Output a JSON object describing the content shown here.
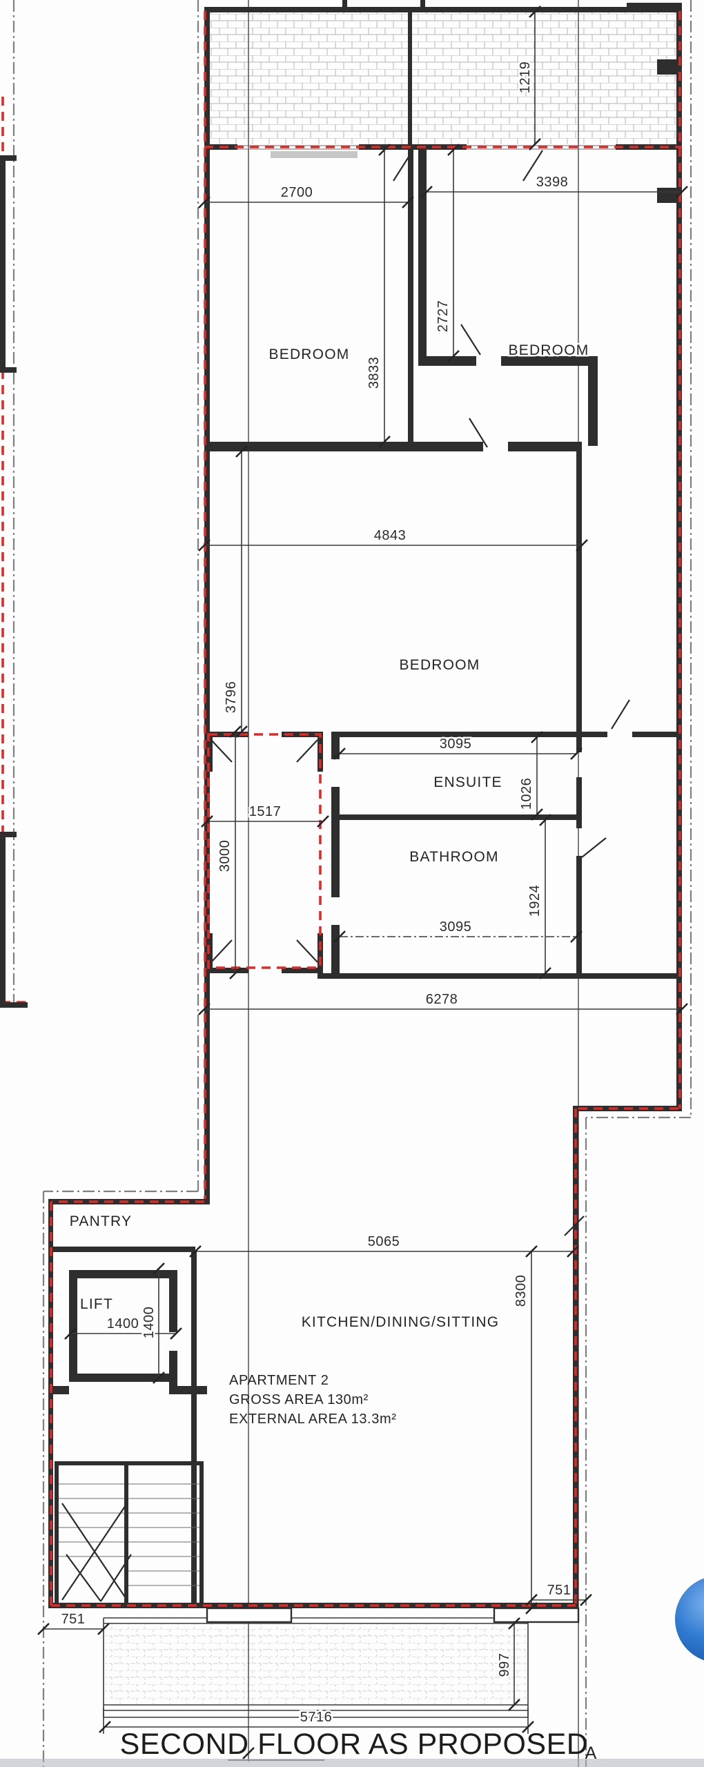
{
  "drawing": {
    "title": "SECOND FLOOR AS PROPOSED",
    "section_marker": "A"
  },
  "apartment_note": {
    "line1": "APARTMENT 2",
    "line2": "GROSS AREA 130m²",
    "line3": "EXTERNAL AREA 13.3m²"
  },
  "rooms": {
    "bedroom_left": "BEDROOM",
    "bedroom_right": "BEDROOM",
    "bedroom_middle": "BEDROOM",
    "ensuite": "ENSUITE",
    "bathroom": "BATHROOM",
    "pantry": "PANTRY",
    "lift": "LIFT",
    "kitchen": "KITCHEN/DINING/SITTING"
  },
  "dimensions_mm": {
    "terrace_depth": "1219",
    "bedroom_left_width": "2700",
    "bedroom_right_width": "3398",
    "bedroom_left_depth": "3833",
    "bedroom_right_depth": "2727",
    "bedroom_middle_width": "4843",
    "bedroom_middle_depth": "3796",
    "ensuite_width": "3095",
    "ensuite_depth": "1026",
    "shaft_width": "1517",
    "shaft_depth": "3000",
    "bathroom_depth": "1924",
    "bathroom_width": "3095",
    "block_width": "6278",
    "kitchen_width": "5065",
    "kitchen_depth": "8300",
    "lift_width": "1400",
    "lift_depth": "1400",
    "balcony_offset_left": "751",
    "balcony_offset_right": "751",
    "balcony_depth": "997",
    "balcony_width": "5716"
  },
  "colors": {
    "boundary_red": "#df2b26",
    "wall_black": "#2e2e2e",
    "property_line_grey": "#7f7f7f",
    "logo_blue": "#2f7ad1"
  }
}
